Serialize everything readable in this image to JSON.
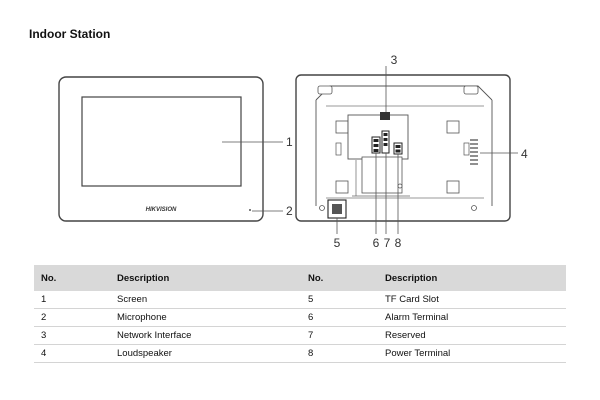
{
  "title": "Indoor Station",
  "front_view": {
    "brand": "HIKVISION",
    "callouts": [
      "1",
      "2"
    ]
  },
  "rear_view": {
    "callouts": [
      "3",
      "4",
      "5",
      "6",
      "7",
      "8"
    ]
  },
  "table": {
    "headers": [
      "No.",
      "Description",
      "No.",
      "Description"
    ],
    "rows": [
      [
        "1",
        "Screen",
        "5",
        "TF Card Slot"
      ],
      [
        "2",
        "Microphone",
        "6",
        "Alarm Terminal"
      ],
      [
        "3",
        "Network Interface",
        "7",
        "Reserved"
      ],
      [
        "4",
        "Loudspeaker",
        "8",
        "Power Terminal"
      ]
    ]
  }
}
